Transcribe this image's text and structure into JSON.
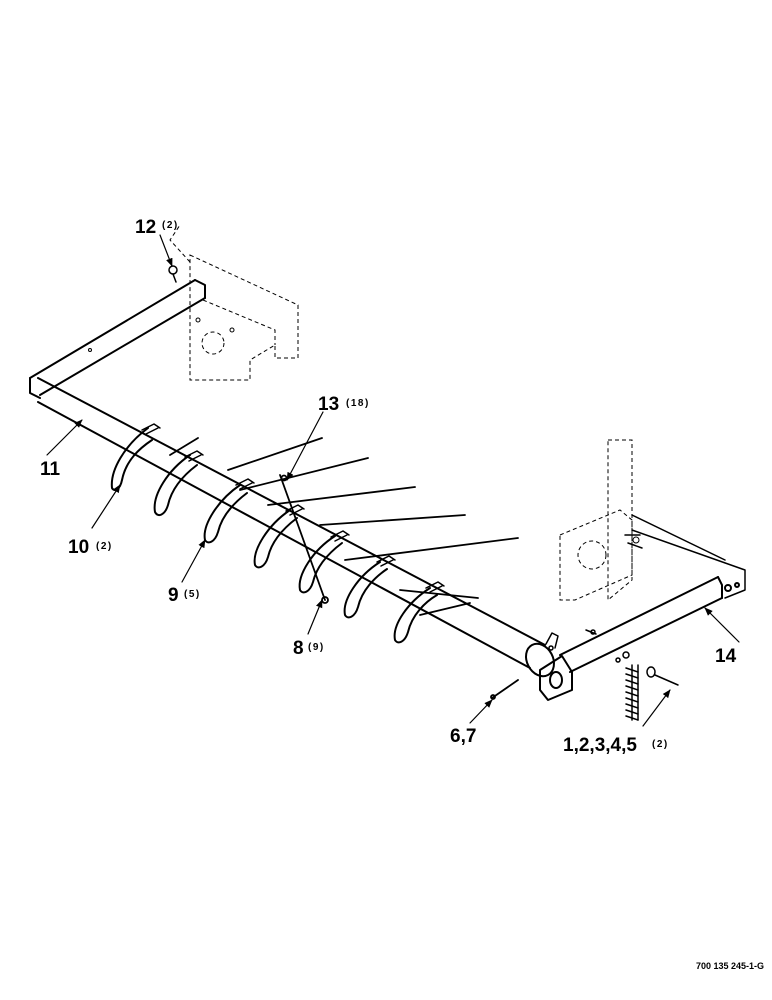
{
  "callouts": {
    "c1": {
      "num": "12",
      "qty": "(2)"
    },
    "c2": {
      "num": "13",
      "qty": "(18)"
    },
    "c3": {
      "num": "11",
      "qty": ""
    },
    "c4": {
      "num": "10",
      "qty": "(2)"
    },
    "c5": {
      "num": "9",
      "qty": "(5)"
    },
    "c6": {
      "num": "8",
      "qty": "(9)"
    },
    "c7": {
      "num": "14",
      "qty": ""
    },
    "c8": {
      "num": "6,7",
      "qty": ""
    },
    "c9": {
      "num": "1,2,3,4,5",
      "qty": "(2)"
    }
  },
  "reference_number": "700 135 245-1-G"
}
